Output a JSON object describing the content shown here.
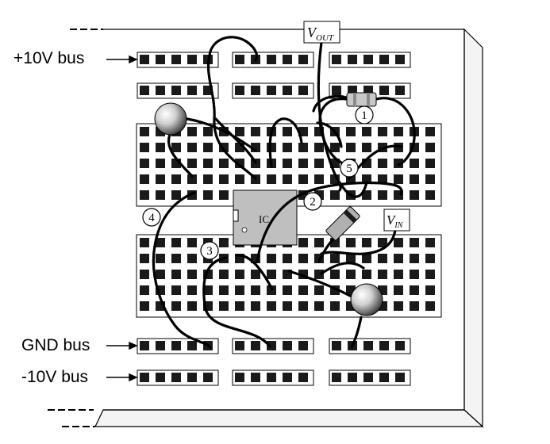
{
  "bus_labels": {
    "plus10": "+10V bus",
    "gnd": "GND bus",
    "minus10": "-10V bus"
  },
  "terminals": {
    "vout": {
      "main": "V",
      "sub": "OUT"
    },
    "vin": {
      "main": "V",
      "sub": "IN"
    }
  },
  "ic_label": "IC",
  "markers": [
    "1",
    "2",
    "3",
    "4",
    "5"
  ],
  "colors": {
    "board": "#ffffff",
    "hole": "#1a1a1a",
    "wire": "#000000",
    "ic_body": "#bfbfbf",
    "resistor": "#c8c8c8",
    "diode": "#b0b0b0"
  }
}
